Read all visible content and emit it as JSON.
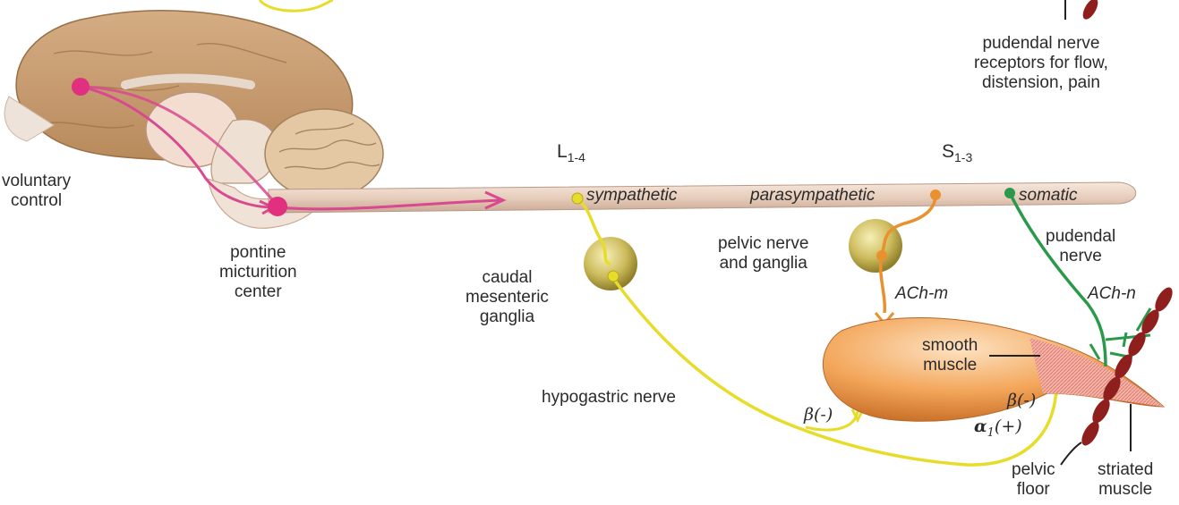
{
  "labels": {
    "voluntary_control": "voluntary\ncontrol",
    "pontine_center": "pontine\nmicturition\ncenter",
    "pudendal_receptors": "pudendal nerve\nreceptors for flow,\ndistension, pain",
    "segment_lumbar": "L",
    "segment_lumbar_sub": "1-4",
    "segment_sacral": "S",
    "segment_sacral_sub": "1-3",
    "sympathetic": "sympathetic",
    "parasympathetic": "parasympathetic",
    "somatic": "somatic",
    "pelvic_nerve_ganglia": "pelvic nerve\nand ganglia",
    "pudendal_nerve": "pudendal\nnerve",
    "caudal_mesenteric_ganglia": "caudal\nmesenteric\nganglia",
    "ach_m": "ACh-m",
    "ach_n": "ACh-n",
    "smooth_muscle": "smooth\nmuscle",
    "hypogastric_nerve": "hypogastric nerve",
    "beta_minus_left": "β(-)",
    "beta_minus_right": "β(-)",
    "alpha1_plus": "α",
    "alpha1_sub": "1",
    "alpha1_sign": "(+)",
    "pelvic_floor": "pelvic\nfloor",
    "striated_muscle": "striated\nmuscle"
  },
  "colors": {
    "sympathetic": "#e8dc2a",
    "parasympathetic": "#e8912e",
    "somatic": "#2a9a4a",
    "pontine_pathway": "#d9498f",
    "spinal_cord": "#ead3c2",
    "bladder": "#f0a456",
    "striated_muscle": "#8e1f1c",
    "brain": "#c9a17a"
  }
}
